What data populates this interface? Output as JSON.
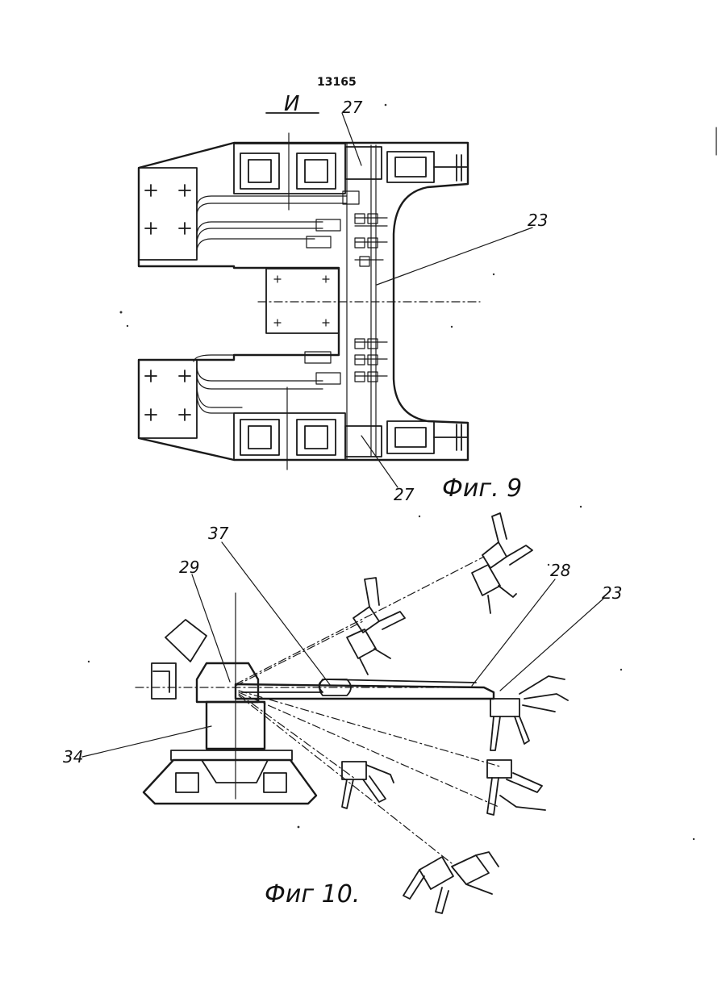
{
  "page": {
    "number": "13165",
    "section_mark": "И"
  },
  "figure9": {
    "caption": "Фиг. 9",
    "labels": {
      "top_left_27": "27",
      "right_23": "23",
      "bottom_27": "27"
    }
  },
  "figure10": {
    "caption": "Фиг 10.",
    "labels": {
      "l37": "37",
      "l29": "29",
      "l28": "28",
      "l23": "23",
      "l34": "34"
    }
  },
  "colors": {
    "paper": "#ffffff",
    "ink": "#1a1a1a"
  }
}
